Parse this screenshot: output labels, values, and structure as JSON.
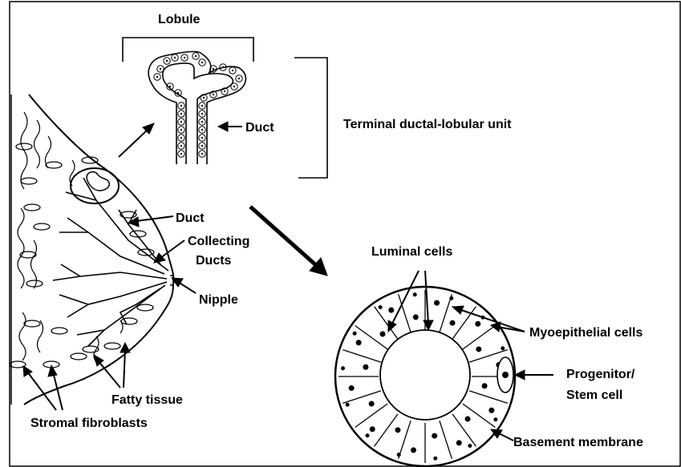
{
  "labels": {
    "lobule": "Lobule",
    "duct_top": "Duct",
    "tdlu": "Terminal ductal-lobular  unit",
    "duct_mid": "Duct",
    "collecting_1": "Collecting",
    "collecting_2": "Ducts",
    "nipple": "Nipple",
    "fatty_tissue": "Fatty tissue",
    "stromal": "Stromal fibroblasts",
    "luminal": "Luminal cells",
    "myoepithelial": "Myoepithelial cells",
    "progenitor_1": "Progenitor/",
    "progenitor_2": "Stem cell",
    "basement": "Basement membrane"
  }
}
